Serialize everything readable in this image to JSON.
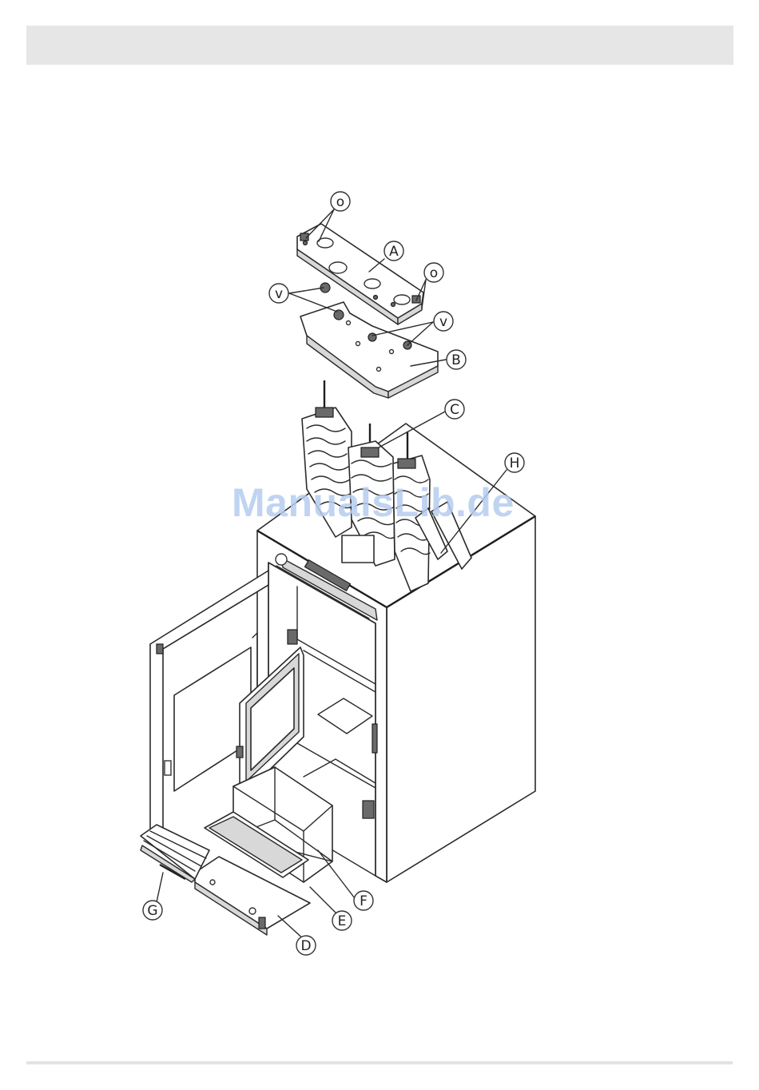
{
  "header": {
    "title": ""
  },
  "watermark": "ManualsLib.de",
  "callouts": {
    "o_top": "o",
    "o_right": "o",
    "A": "A",
    "v_left": "v",
    "v_right": "v",
    "B": "B",
    "C": "C",
    "H": "H",
    "G": "G",
    "F": "F",
    "E": "E",
    "D": "D"
  }
}
